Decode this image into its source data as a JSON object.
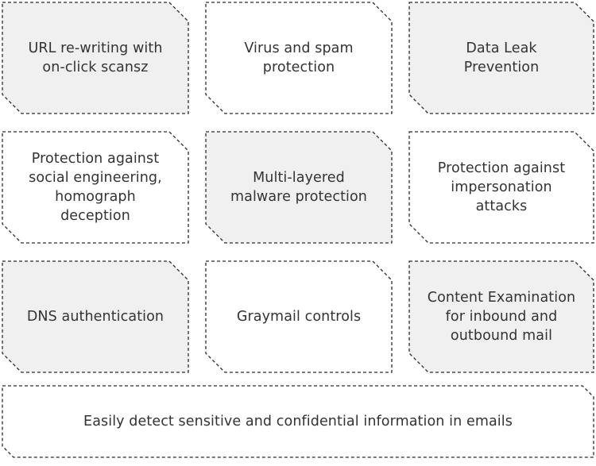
{
  "diagram": {
    "cards": [
      {
        "id": "url-rewriting",
        "label": "URL re-writing with\non-click scansz",
        "fill": "gray"
      },
      {
        "id": "virus-spam",
        "label": "Virus and spam\nprotection",
        "fill": "white"
      },
      {
        "id": "data-leak",
        "label": "Data Leak\nPrevention",
        "fill": "gray"
      },
      {
        "id": "social-engineering",
        "label": "Protection against\nsocial engineering,\nhomograph\ndeception",
        "fill": "white"
      },
      {
        "id": "multi-layered",
        "label": "Multi-layered\nmalware protection",
        "fill": "gray"
      },
      {
        "id": "impersonation",
        "label": "Protection against\nimpersonation\nattacks",
        "fill": "white"
      },
      {
        "id": "dns-auth",
        "label": "DNS authentication",
        "fill": "gray"
      },
      {
        "id": "graymail",
        "label": "Graymail controls",
        "fill": "white"
      },
      {
        "id": "content-exam",
        "label": "Content Examination\nfor inbound and\noutbound mail",
        "fill": "gray"
      }
    ],
    "banner": {
      "label": "Easily detect sensitive and confidential information in emails",
      "fill": "white"
    },
    "colors": {
      "gray_fill": "#f0f0f0",
      "white_fill": "#ffffff",
      "border": "#2b2b2b",
      "text": "#333333"
    }
  }
}
